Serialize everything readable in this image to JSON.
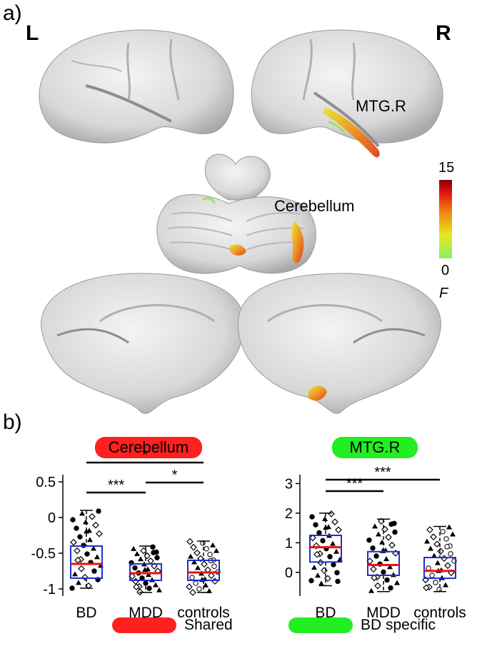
{
  "panel_a": {
    "label": "a)",
    "left_label": "L",
    "right_label": "R",
    "region_mtg": "MTG.R",
    "region_cerebellum": "Cerebellum",
    "colorbar": {
      "max_label": "15",
      "min_label": "0",
      "stat_label": "F",
      "min": 0,
      "max": 15
    }
  },
  "panel_b": {
    "label": "b)",
    "legend": {
      "shared_label": "Shared",
      "shared_color": "#ff2020",
      "specific_label": "BD specific",
      "specific_color": "#22ee22"
    }
  },
  "chart_data": [
    {
      "type": "box",
      "title": "Cerebellum",
      "title_bg": "#ff2020",
      "categories": [
        "BD",
        "MDD",
        "controls"
      ],
      "y_ticks": [
        "0.5",
        "0",
        "-0.5",
        "-1"
      ],
      "ylim": [
        -1.1,
        0.6
      ],
      "boxes": [
        {
          "q1": -0.85,
          "median": -0.65,
          "q3": -0.4,
          "whisker_low": -0.99,
          "whisker_high": 0.1
        },
        {
          "q1": -0.88,
          "median": -0.78,
          "q3": -0.65,
          "whisker_low": -1.05,
          "whisker_high": -0.4
        },
        {
          "q1": -0.88,
          "median": -0.77,
          "q3": -0.6,
          "whisker_low": -1.05,
          "whisker_high": -0.33
        }
      ],
      "significance": [
        {
          "from": "BD",
          "to": "controls",
          "label": "*"
        },
        {
          "from": "BD",
          "to": "MDD",
          "label": "***"
        },
        {
          "from": "MDD",
          "to": "controls",
          "label": "*"
        }
      ]
    },
    {
      "type": "box",
      "title": "MTG.R",
      "title_bg": "#22ee22",
      "categories": [
        "BD",
        "MDD",
        "controls"
      ],
      "y_ticks": [
        "3",
        "2",
        "1",
        "0"
      ],
      "ylim": [
        -0.8,
        3.3
      ],
      "boxes": [
        {
          "q1": 0.35,
          "median": 0.85,
          "q3": 1.25,
          "whisker_low": -0.45,
          "whisker_high": 2.0
        },
        {
          "q1": -0.1,
          "median": 0.25,
          "q3": 0.7,
          "whisker_low": -0.65,
          "whisker_high": 1.8
        },
        {
          "q1": -0.2,
          "median": 0.05,
          "q3": 0.5,
          "whisker_low": -0.65,
          "whisker_high": 1.55
        }
      ],
      "significance": [
        {
          "from": "BD",
          "to": "controls",
          "label": "***"
        },
        {
          "from": "BD",
          "to": "MDD",
          "label": "***"
        }
      ]
    }
  ]
}
